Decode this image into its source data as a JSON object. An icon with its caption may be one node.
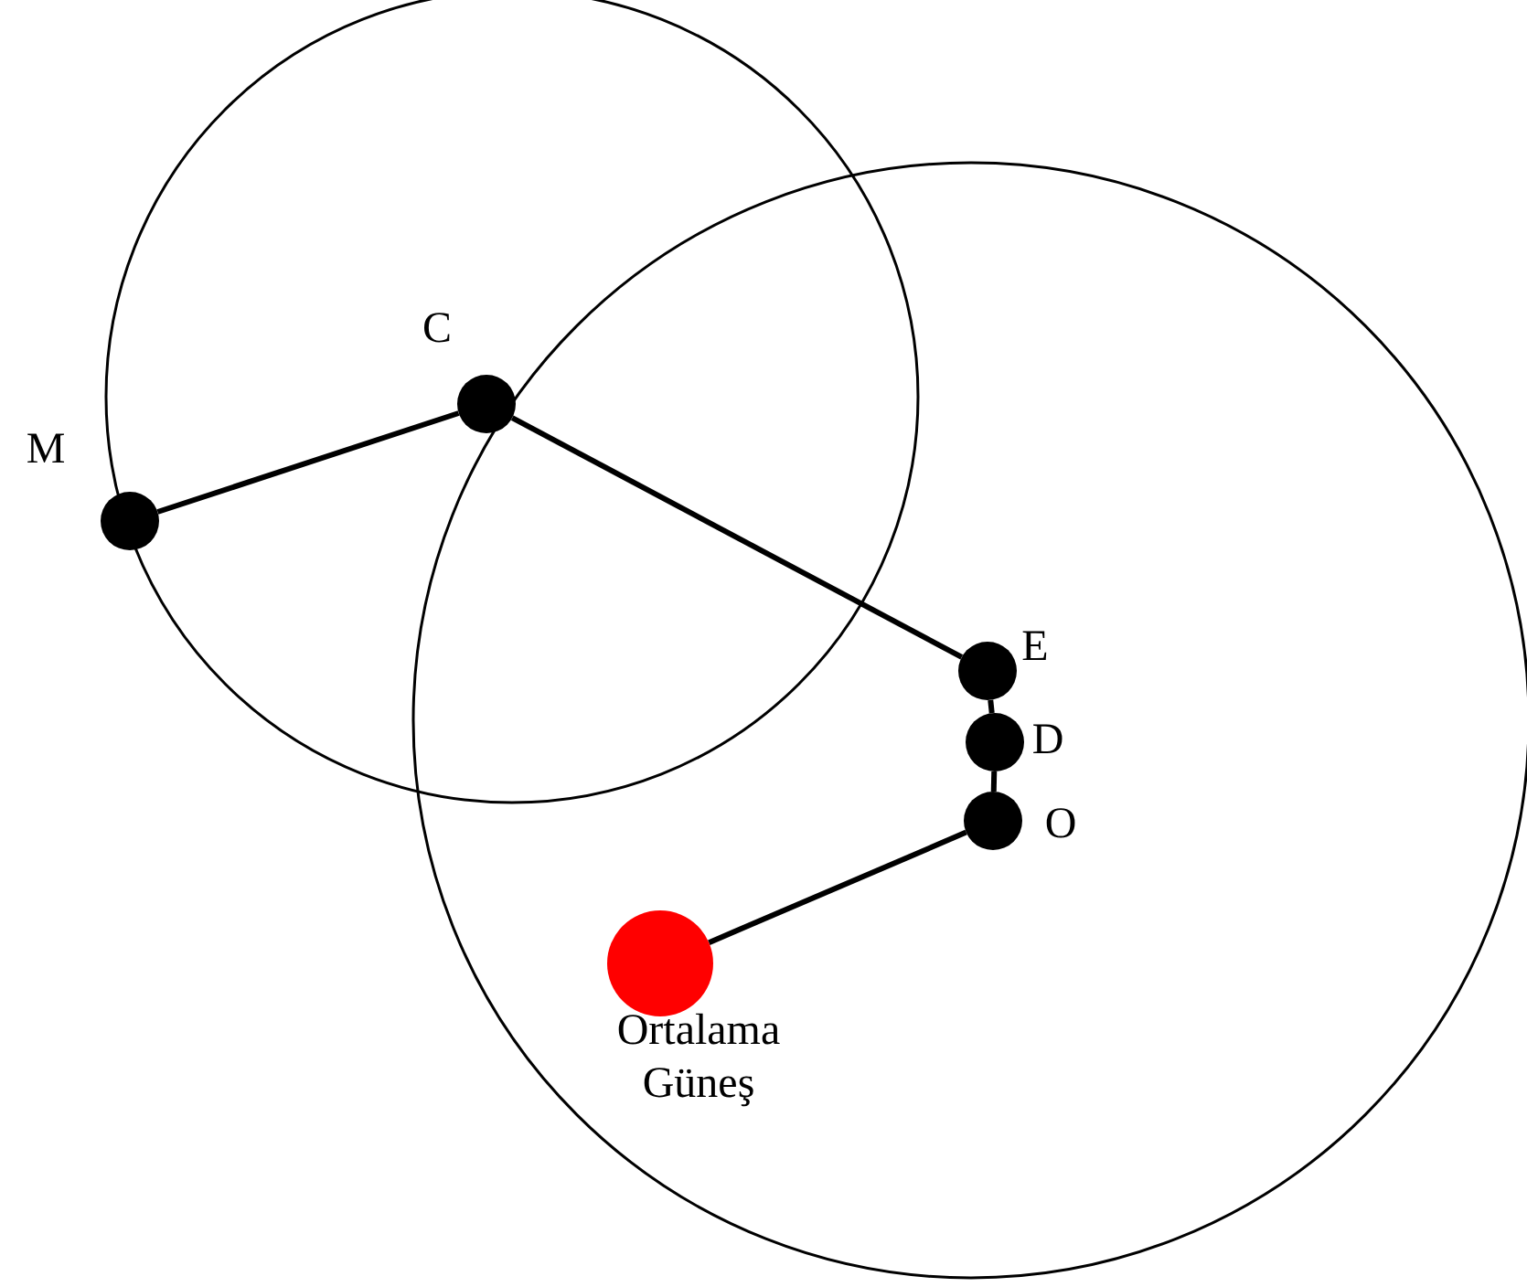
{
  "diagram": {
    "nodes": [
      {
        "text": [],
        "shape": "circle",
        "beside": [
          "M"
        ]
      },
      {
        "text": [],
        "shape": "circle",
        "beside": [
          "C"
        ]
      },
      {
        "text": [],
        "shape": "circle",
        "beside": [
          "E"
        ]
      },
      {
        "text": [],
        "shape": "circle",
        "beside": [
          "D"
        ]
      },
      {
        "text": [],
        "shape": "circle",
        "beside": [
          "O"
        ]
      },
      {
        "text": [],
        "shape": "circle",
        "beside": [
          "Ortalama Güneş"
        ]
      }
    ],
    "edges": [
      {
        "from": 0,
        "to": 1,
        "arrow": "none"
      },
      {
        "from": 1,
        "to": 2,
        "arrow": "none"
      },
      {
        "from": 2,
        "to": 3,
        "arrow": "none"
      },
      {
        "from": 3,
        "to": 4,
        "arrow": "none"
      },
      {
        "from": 4,
        "to": 5,
        "arrow": "none"
      }
    ]
  }
}
